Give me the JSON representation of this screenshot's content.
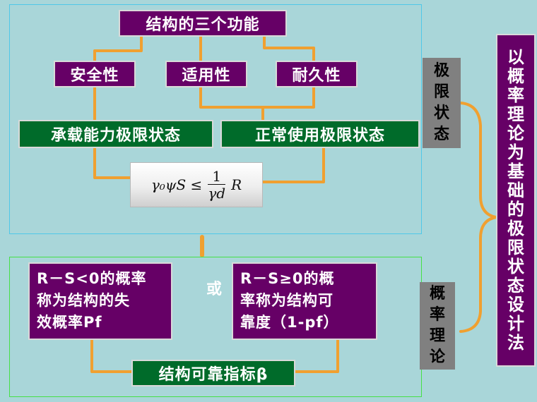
{
  "colors": {
    "background": "#a9d6d9",
    "purple": "#660066",
    "green": "#006b2a",
    "connector": "#f0a030",
    "gray": "#808080",
    "top_panel_border": "#4fc8e8",
    "bottom_panel_border": "#46e046"
  },
  "top": {
    "title": "结构的三个功能",
    "functions": [
      "安全性",
      "适用性",
      "耐久性"
    ],
    "limit_states": [
      "承载能力极限状态",
      "正常使用极限状态"
    ],
    "formula": {
      "lhs": "γ₀ψS ≤",
      "numerator": "1",
      "denominator": "γd",
      "rhs": "R"
    }
  },
  "bottom": {
    "failure": [
      "R－S<0的概率",
      "称为结构的失",
      "效概率Pf"
    ],
    "or_label": "或",
    "reliability": [
      "R－S≥0的概",
      "率称为结构可",
      "靠度（1-pf）"
    ],
    "index": "结构可靠指标β"
  },
  "side_labels": {
    "limit_state": [
      "极",
      "限",
      "状",
      "态"
    ],
    "probability": [
      "概",
      "率",
      "理",
      "论"
    ]
  },
  "right_column": [
    "以",
    "概",
    "率",
    "理",
    "论",
    "为",
    "基",
    "础",
    "的",
    "极",
    "限",
    "状",
    "态",
    "设",
    "计",
    "法"
  ]
}
